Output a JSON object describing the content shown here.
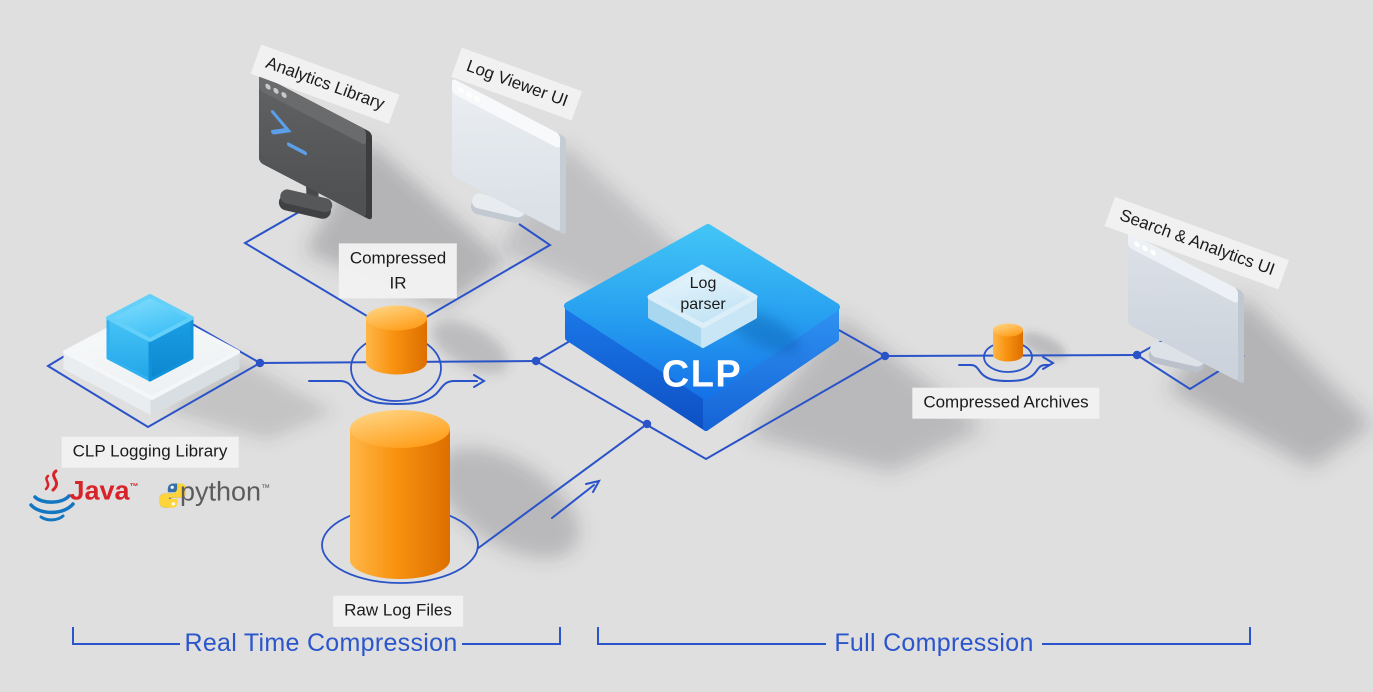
{
  "colors": {
    "background": "#dfdfdf",
    "flow_line": "#2a53c8",
    "section_label": "#2b55cb",
    "cylinder_orange": "#f8920f",
    "clp_box_blue": "#1d7ff0",
    "label_background": "#f2f2f2"
  },
  "labels": {
    "analytics_library": "Analytics Library",
    "log_viewer": "Log Viewer UI",
    "search_analytics": "Search & Analytics UI",
    "clp_logging_library": "CLP Logging Library",
    "compressed_ir": {
      "line1": "Compressed",
      "line2": "IR"
    },
    "raw_log_files": "Raw Log Files",
    "clp": "CLP",
    "log_parser": {
      "line1": "Log",
      "line2": "parser"
    },
    "compressed_archives": "Compressed Archives"
  },
  "logos": {
    "java": "Java",
    "python": "python",
    "trademark": "™"
  },
  "sections": {
    "realtime": "Real Time Compression",
    "full": "Full Compression"
  }
}
